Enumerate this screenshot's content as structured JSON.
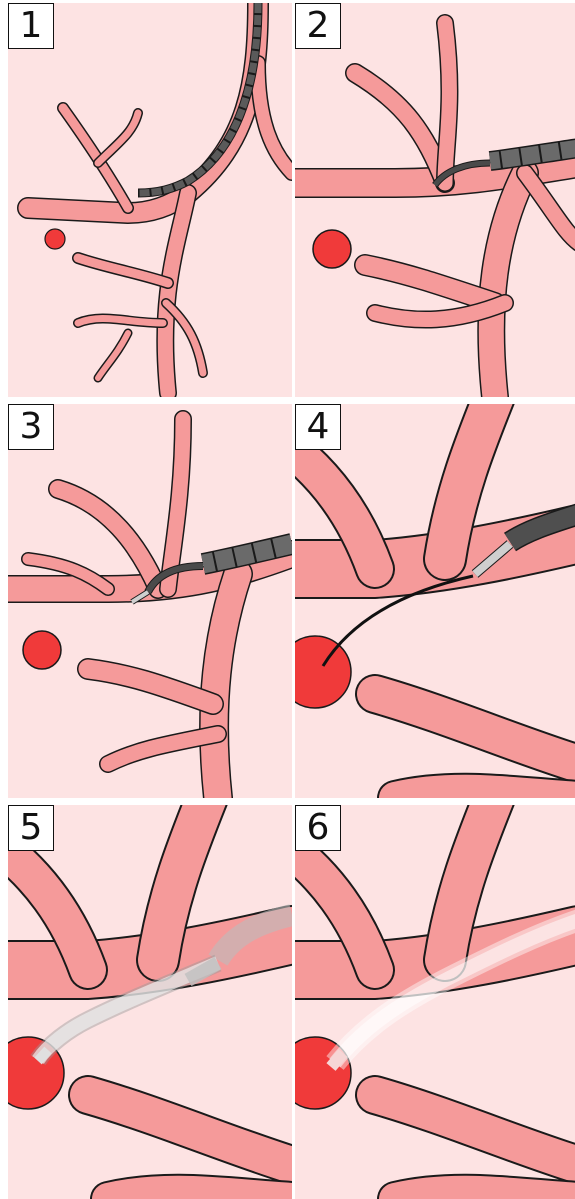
{
  "panels": [
    {
      "label": "1"
    },
    {
      "label": "2"
    },
    {
      "label": "3"
    },
    {
      "label": "4"
    },
    {
      "label": "5"
    },
    {
      "label": "6"
    }
  ],
  "colors": {
    "background": "#fde3e3",
    "airway": "#f59a9a",
    "outline": "#1a1a1a",
    "lesion": "#f03a3a",
    "scope": "#4a4a4a",
    "scope_segment": "#6a6a6a",
    "catheter": "#cfcfcf"
  }
}
